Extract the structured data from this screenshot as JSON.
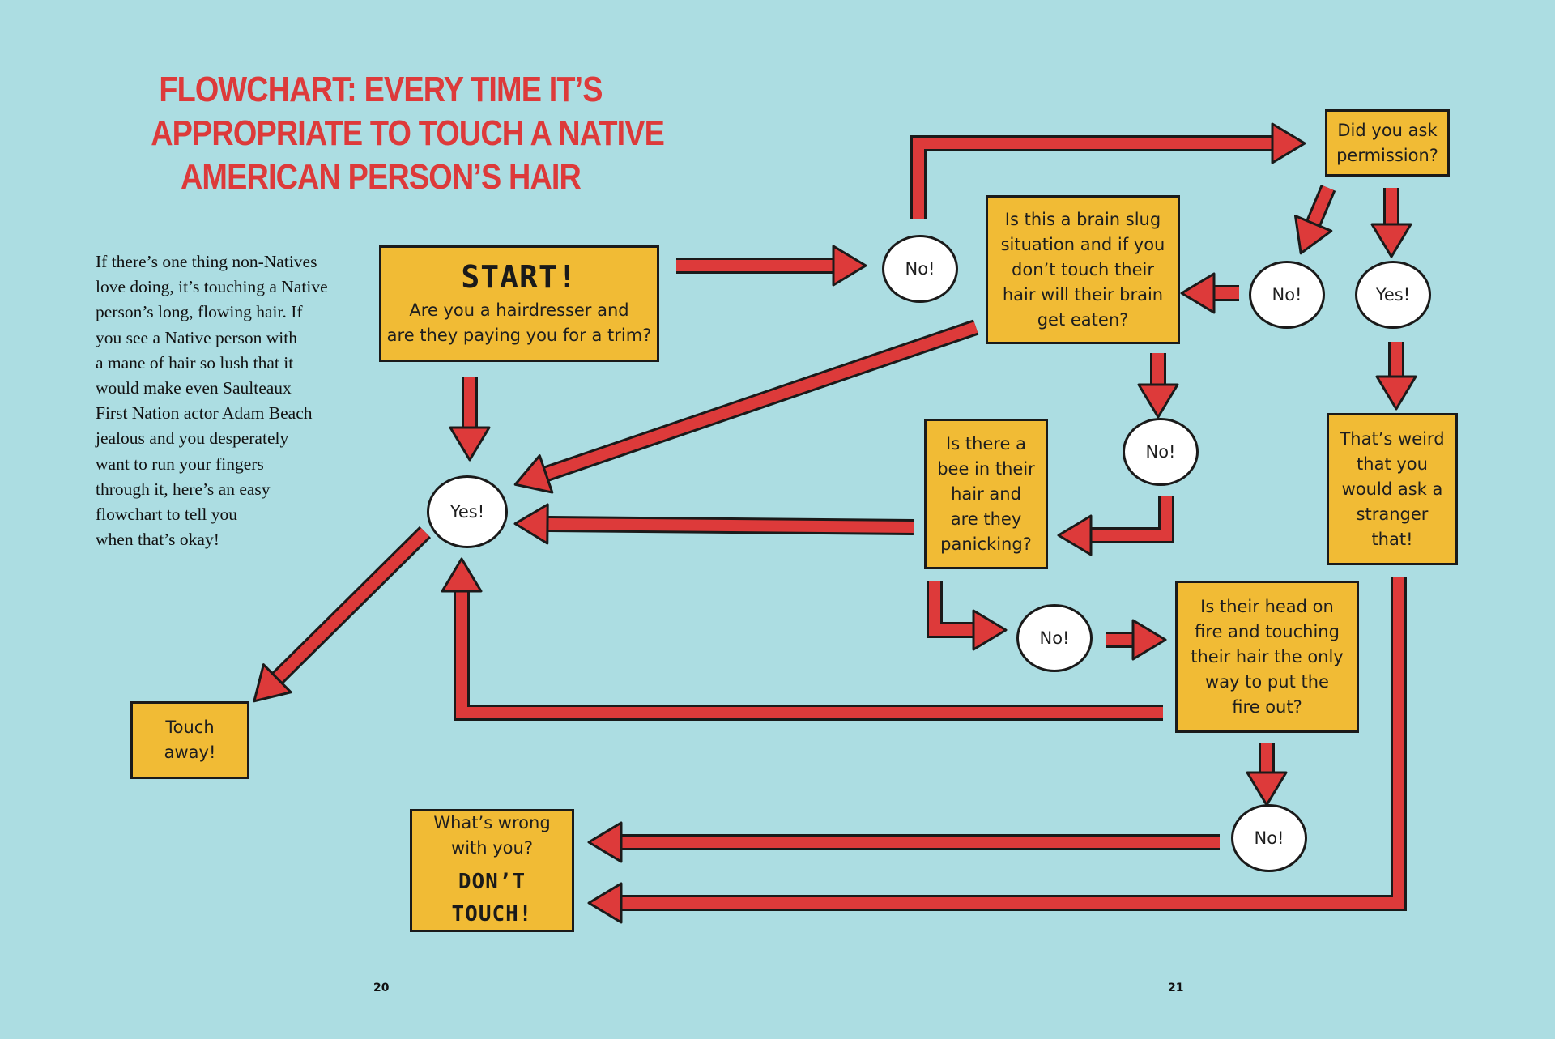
{
  "title": {
    "lines": [
      "FLOWCHART: EVERY TIME IT’S",
      "APPROPRIATE TO TOUCH A NATIVE",
      "AMERICAN PERSON’S HAIR"
    ]
  },
  "intro": {
    "lines": [
      "If there’s one thing non-Natives",
      "love doing, it’s touching a Native",
      "person’s long, flowing hair. If",
      "you see a Native person with",
      "a mane of hair so lush that it",
      "would make even Saulteaux",
      "First Nation actor Adam Beach",
      "jealous and you desperately",
      "want to run your fingers",
      "through it, here’s an easy",
      "flowchart to tell you",
      "when that’s okay!"
    ]
  },
  "nodes": {
    "start": {
      "heading": "START!",
      "lines": [
        "Are you a hairdresser and",
        "are they paying you for a trim?"
      ]
    },
    "permission": {
      "lines": [
        "Did you ask",
        "permission?"
      ]
    },
    "brain_slug": {
      "lines": [
        "Is this a brain slug",
        "situation and if you",
        "don’t touch their",
        "hair will their brain",
        "get eaten?"
      ]
    },
    "bee": {
      "lines": [
        "Is there a",
        "bee in their",
        "hair and",
        "are they",
        "panicking?"
      ]
    },
    "weird": {
      "lines": [
        "That’s weird",
        "that you",
        "would ask a",
        "stranger",
        "that!"
      ]
    },
    "fire": {
      "lines": [
        "Is their head on",
        "fire and touching",
        "their hair the only",
        "way to put the",
        "fire out?"
      ]
    },
    "touch_away": {
      "lines": [
        "Touch",
        "away!"
      ]
    },
    "wrong": {
      "lines": [
        "What’s wrong",
        "with you?"
      ],
      "shout": "DON’T TOUCH!"
    },
    "yes_main": {
      "label": "Yes!"
    },
    "yes_permission": {
      "label": "Yes!"
    },
    "no_start": {
      "label": "No!"
    },
    "no_permission": {
      "label": "No!"
    },
    "no_brain": {
      "label": "No!"
    },
    "no_bee": {
      "label": "No!"
    },
    "no_fire": {
      "label": "No!"
    }
  },
  "colors": {
    "background": "#acdde2",
    "box_fill": "#f1bb35",
    "arrow": "#dd3a3a",
    "title": "#dd3a3a",
    "outline": "#1a1a1a"
  },
  "page_numbers": {
    "left": "20",
    "right": "21"
  }
}
